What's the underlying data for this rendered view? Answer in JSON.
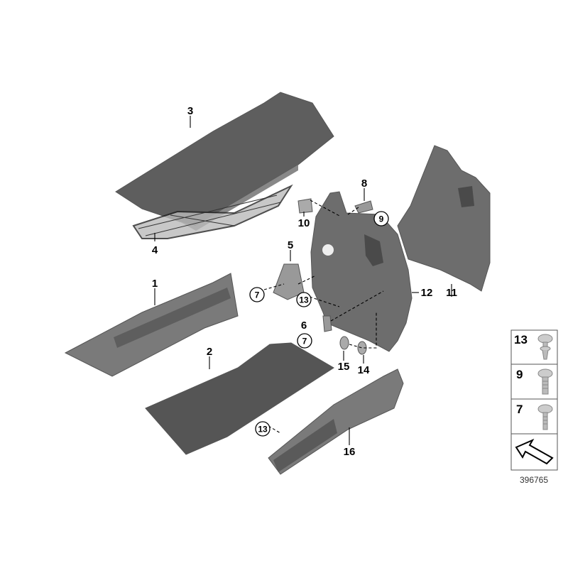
{
  "diagram": {
    "callouts": {
      "p1": "1",
      "p2": "2",
      "p3": "3",
      "p4": "4",
      "p5": "5",
      "p6": "6",
      "p7a": "7",
      "p7b": "7",
      "p8": "8",
      "p9": "9",
      "p10": "10",
      "p11": "11",
      "p12": "12",
      "p13a": "13",
      "p13b": "13",
      "p14": "14",
      "p15": "15",
      "p16": "16"
    },
    "legend": {
      "items": [
        {
          "label": "13",
          "icon": "clip-rivet-icon"
        },
        {
          "label": "9",
          "icon": "torx-screw-icon"
        },
        {
          "label": "7",
          "icon": "torx-screw-icon"
        }
      ],
      "direction_icon": "direction-arrow-icon"
    },
    "reference_number": "396765",
    "colors": {
      "part_fill": "#6b6b6b",
      "part_light": "#8f8f8f",
      "line": "#000000"
    }
  }
}
